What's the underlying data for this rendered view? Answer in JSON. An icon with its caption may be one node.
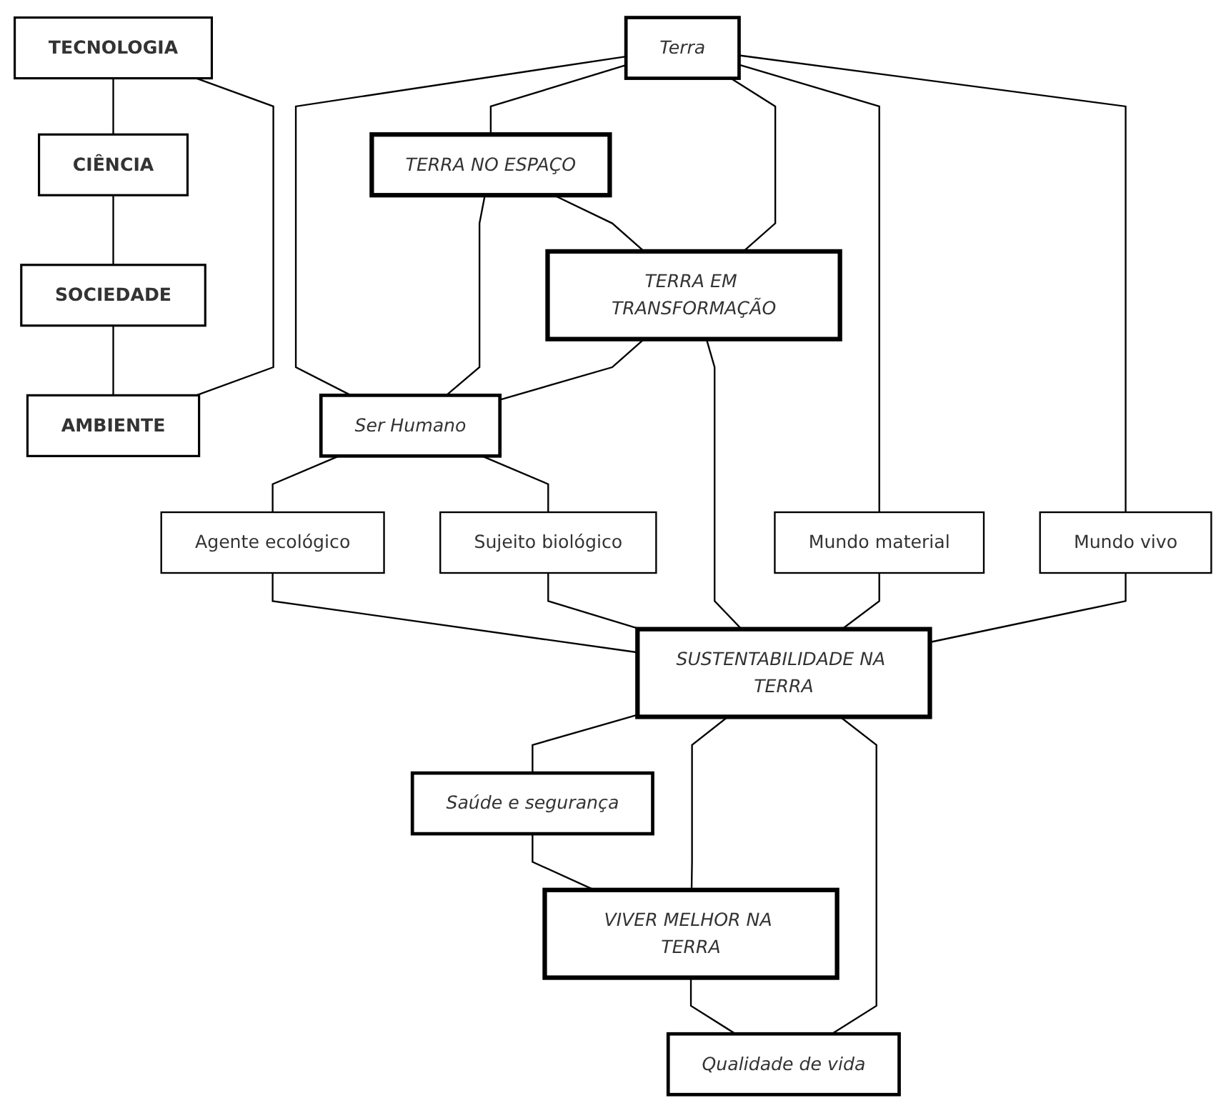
{
  "diagram": {
    "nodes": [
      {
        "text": [
          "CIÊNCIA"
        ]
      },
      {
        "text": [
          "TECNOLOGIA"
        ]
      },
      {
        "text": [
          "SOCIEDADE"
        ]
      },
      {
        "text": [
          "TERRA NO ESPAÇO"
        ]
      },
      {
        "text": [
          "Terra"
        ]
      },
      {
        "text": [
          "Ser Humano"
        ]
      },
      {
        "text": [
          "Mundo material"
        ]
      },
      {
        "text": [
          "Mundo vivo"
        ]
      },
      {
        "text": [
          "TERRA EM TRANSFORMAÇÃO"
        ]
      },
      {
        "text": [
          "Agente ecológico"
        ]
      },
      {
        "text": [
          "Sujeito biológico"
        ]
      },
      {
        "text": [
          "SUSTENTABILIDADE NA TERRA"
        ]
      },
      {
        "text": [
          "Saúde e segurança"
        ]
      },
      {
        "text": [
          "VIVER MELHOR NA TERRA"
        ]
      },
      {
        "text": [
          "Qualidade de vida"
        ]
      },
      {
        "text": [
          "AMBIENTE"
        ]
      }
    ],
    "edges": [
      {
        "from": 0,
        "to": 2,
        "arrow": "none"
      },
      {
        "from": 1,
        "to": 0,
        "arrow": "none"
      },
      {
        "from": 4,
        "to": 5,
        "arrow": "none"
      },
      {
        "from": 4,
        "to": 3,
        "arrow": "none"
      },
      {
        "from": 4,
        "to": 8,
        "arrow": "none"
      },
      {
        "from": 3,
        "to": 5,
        "arrow": "none"
      },
      {
        "from": 8,
        "to": 5,
        "arrow": "none"
      },
      {
        "from": 3,
        "to": 8,
        "arrow": "none"
      },
      {
        "from": 4,
        "to": 6,
        "arrow": "none"
      },
      {
        "from": 4,
        "to": 7,
        "arrow": "none"
      },
      {
        "from": 5,
        "to": 9,
        "arrow": "none"
      },
      {
        "from": 5,
        "to": 10,
        "arrow": "none"
      },
      {
        "from": 6,
        "to": 11,
        "arrow": "none"
      },
      {
        "from": 7,
        "to": 11,
        "arrow": "none"
      },
      {
        "from": 8,
        "to": 11,
        "arrow": "none"
      },
      {
        "from": 9,
        "to": 11,
        "arrow": "none"
      },
      {
        "from": 10,
        "to": 11,
        "arrow": "none"
      },
      {
        "from": 11,
        "to": 12,
        "arrow": "none"
      },
      {
        "from": 11,
        "to": 13,
        "arrow": "none"
      },
      {
        "from": 11,
        "to": 14,
        "arrow": "none"
      },
      {
        "from": 12,
        "to": 13,
        "arrow": "none"
      },
      {
        "from": 13,
        "to": 14,
        "arrow": "none"
      },
      {
        "from": 1,
        "to": 15,
        "arrow": "none"
      },
      {
        "from": 2,
        "to": 15,
        "arrow": "none"
      }
    ]
  }
}
